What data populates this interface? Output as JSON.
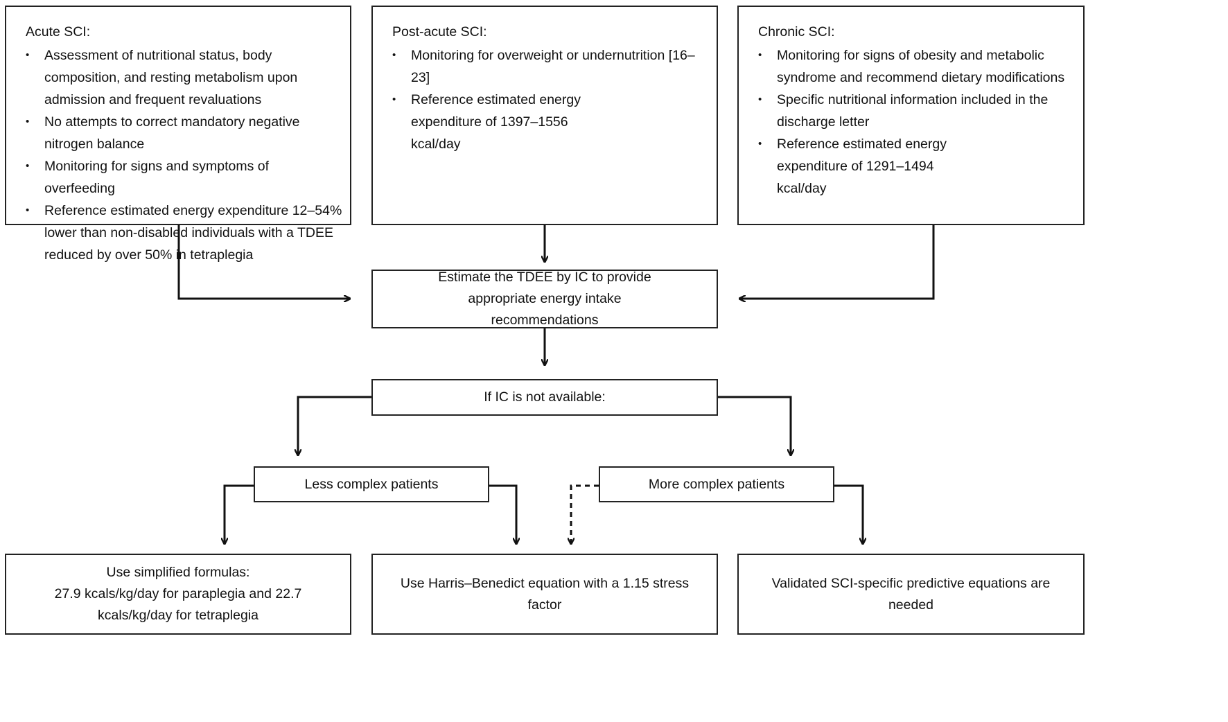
{
  "stages": [
    {
      "title": "Acute SCI:",
      "items": [
        "Assessment of nutritional status, body composition, and resting metabolism upon admission and frequent revaluations",
        "No attempts to correct mandatory negative nitrogen balance",
        "Monitoring for signs and symptoms of overfeeding",
        "Reference estimated energy expenditure 12–54% lower than non-disabled individuals with a TDEE reduced by over 50% in tetraplegia"
      ]
    },
    {
      "title": "Post-acute SCI:",
      "items": [
        "Monitoring for overweight or undernutrition [16–23]",
        "Reference estimated energy expenditure of 1397–1556 kcal/day"
      ]
    },
    {
      "title": "Chronic SCI:",
      "items": [
        "Monitoring for signs of obesity and metabolic syndrome and recommend dietary modifications",
        "Specific nutritional information included in the discharge letter",
        "Reference estimated energy expenditure of 1291–1494 kcal/day"
      ]
    }
  ],
  "estimate": "Estimate the TDEE by IC to provide appropriate energy intake recommendations",
  "if_not_available": "If IC is not available:",
  "less_complex": "Less complex patients",
  "more_complex": "More complex patients",
  "outcomes": {
    "simplified_title": "Use simplified formulas:",
    "simplified_body": "27.9 kcals/kg/day for paraplegia and 22.7 kcals/kg/day for tetraplegia",
    "harris": "Use Harris–Benedict equation with a 1.15 stress factor",
    "validated": "Validated SCI-specific predictive equations are needed"
  }
}
